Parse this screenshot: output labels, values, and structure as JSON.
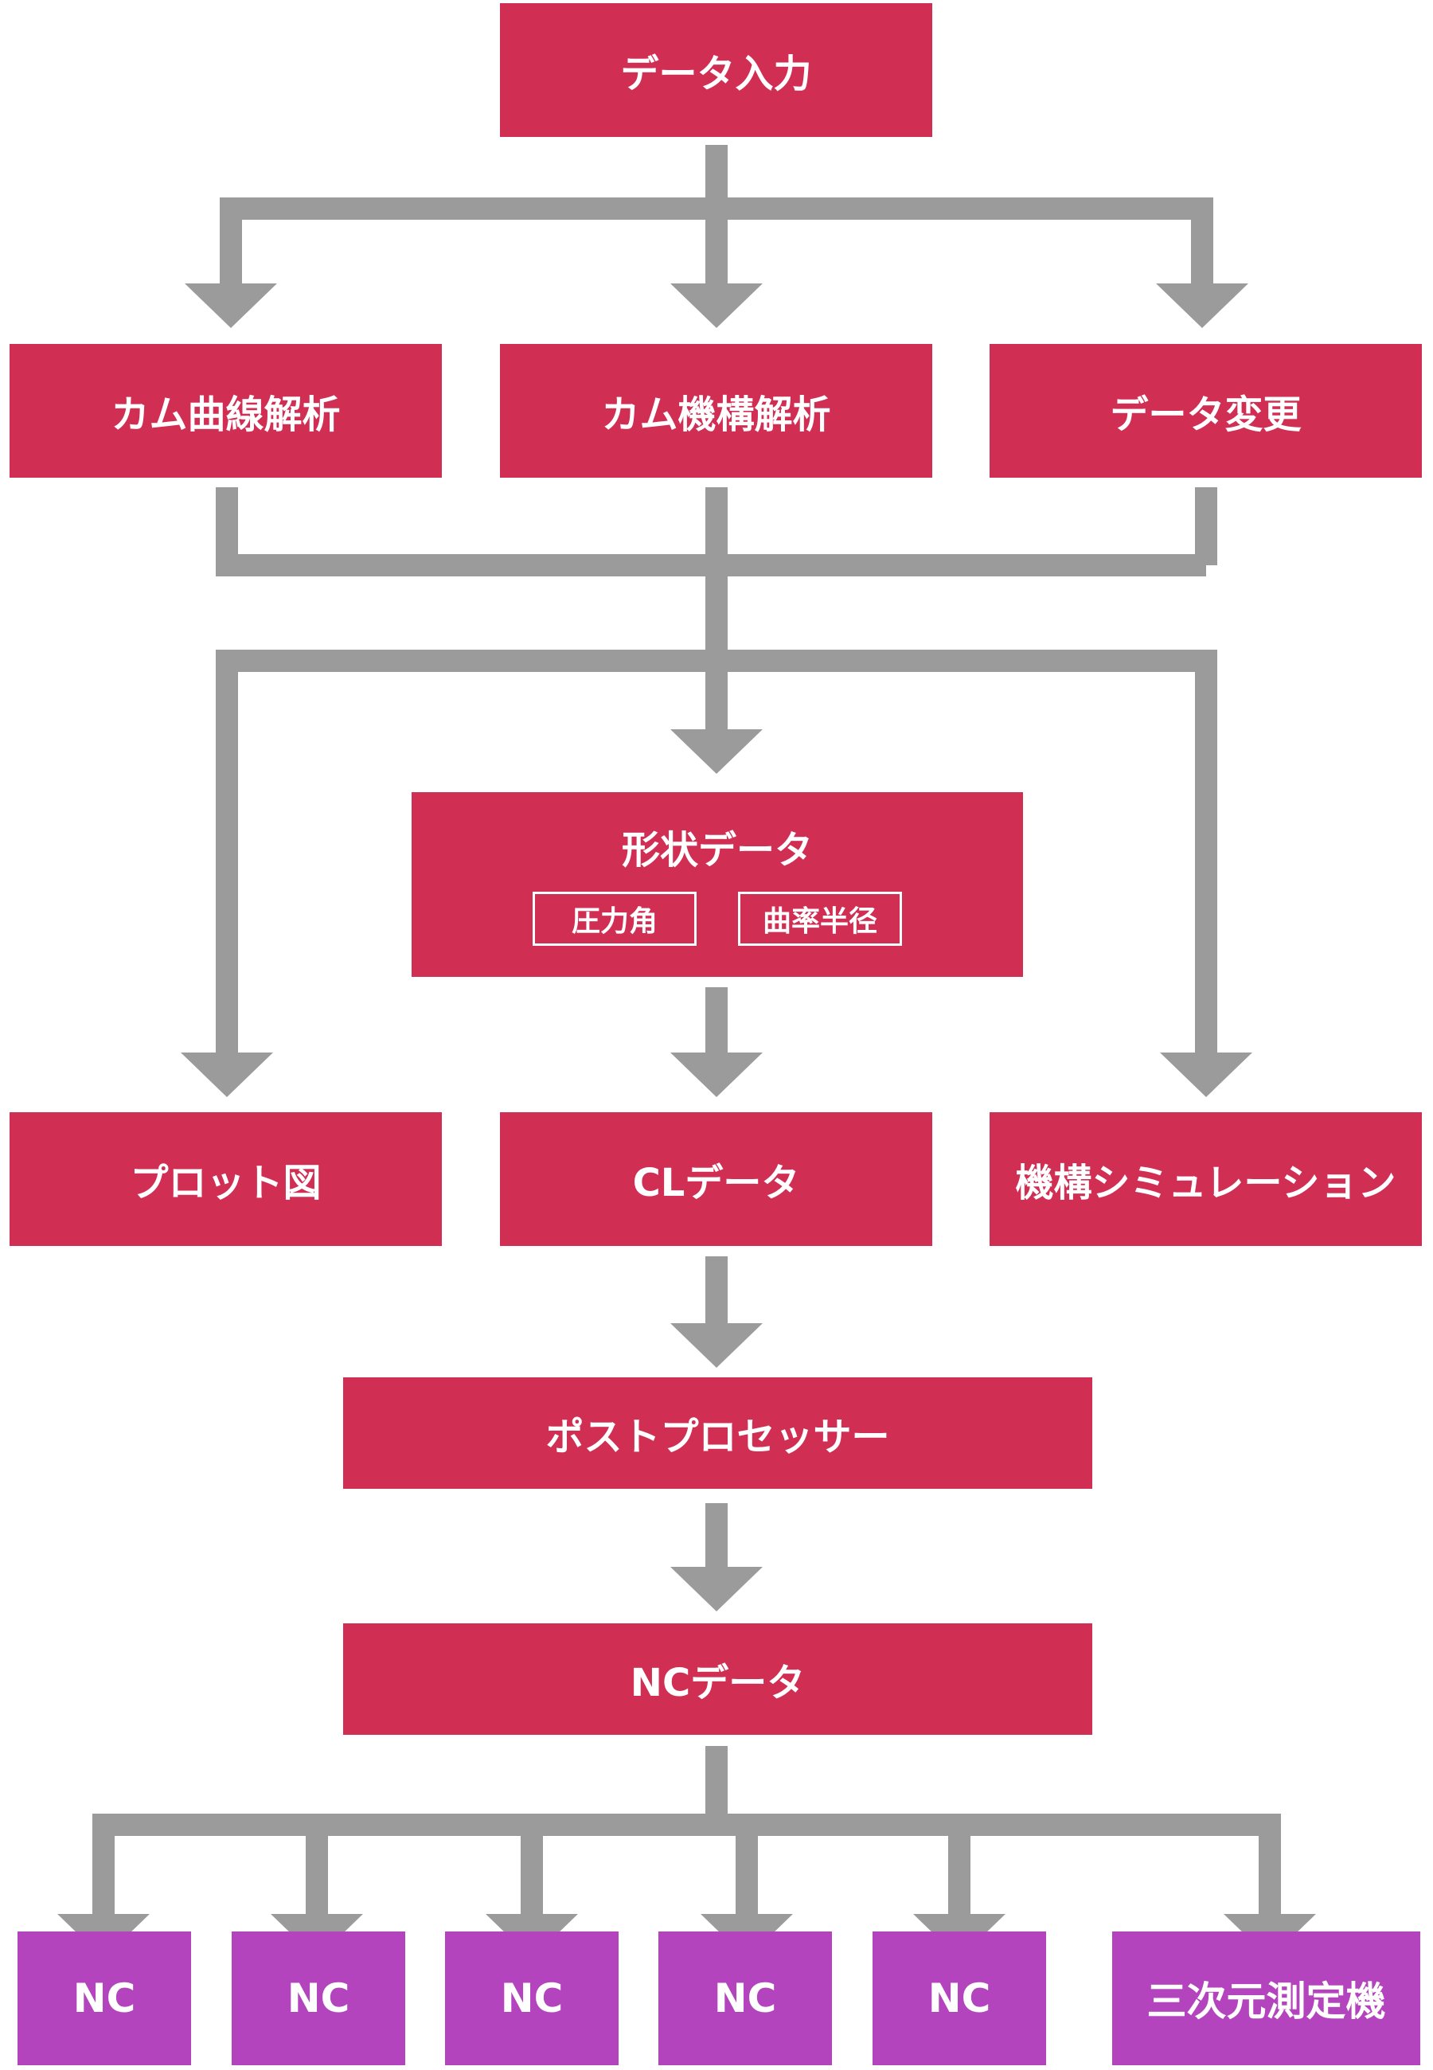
{
  "nodes": {
    "input": "データ入力",
    "cam_curve": "カム曲線解析",
    "cam_mech": "カム機構解析",
    "data_change": "データ変更",
    "shape_data": "形状データ",
    "pressure_angle": "圧力角",
    "curvature_radius": "曲率半径",
    "plot": "プロット図",
    "cl_data": "CLデータ",
    "mech_sim": "機構シミュレーション",
    "post": "ポストプロセッサー",
    "nc_data": "NCデータ"
  },
  "machines": [
    "NC",
    "NC",
    "NC",
    "NC",
    "NC",
    "三次元測定機"
  ],
  "colors": {
    "process": "#d12e54",
    "machine": "#b444be",
    "connector": "#9b9b9b"
  }
}
